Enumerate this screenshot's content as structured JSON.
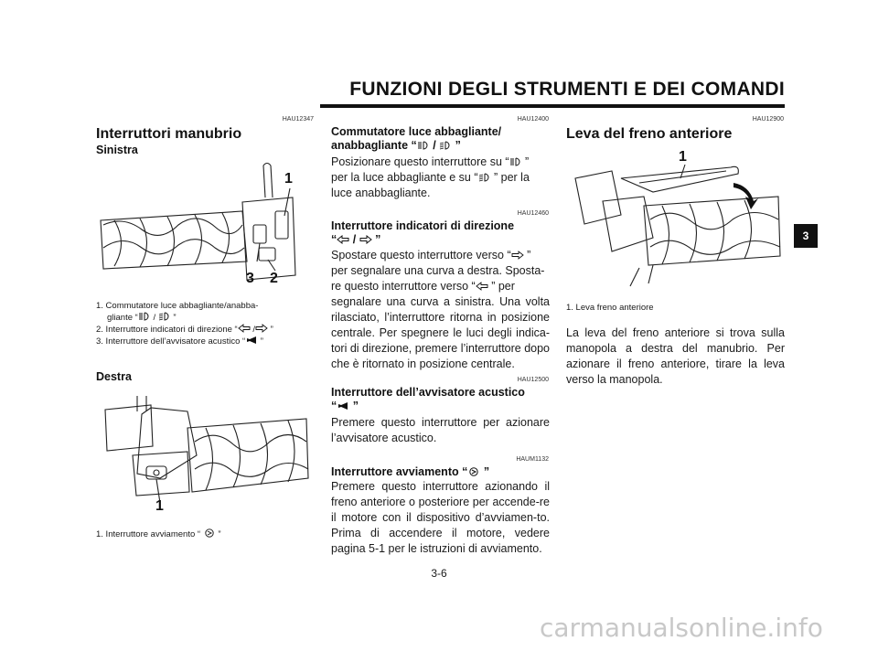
{
  "header": {
    "title": "FUNZIONI DEGLI STRUMENTI E DEI COMANDI"
  },
  "chapter_tab": "3",
  "page_number": "3-6",
  "watermark": "carmanualsonline.info",
  "col1": {
    "code": "HAU12347",
    "title": "Interruttori manubrio",
    "subtitle_left": "Sinistra",
    "fig1_labels": {
      "a": "1",
      "b": "3",
      "c": "2"
    },
    "fig1_caption": {
      "line1a": "1. Commutatore luce abbagliante/anabba-",
      "line1b_pre": "gliante “",
      "line1b_mid": " / ",
      "line1b_post": " ”",
      "line2_pre": "2. Interruttore indicatori di direzione “",
      "line2_mid": " /",
      "line2_post": " ”",
      "line3_pre": "3. Interruttore dell’avvisatore acustico “",
      "line3_post": " ”"
    },
    "subtitle_right": "Destra",
    "fig2_label": "1",
    "fig2_caption_pre": "1. Interruttore avviamento “ ",
    "fig2_caption_post": " ”"
  },
  "col2": {
    "s1_code": "HAU12400",
    "s1_title_l1": "Commutatore luce abbagliante/",
    "s1_title_l2_pre": "anabbagliante “",
    "s1_title_l2_mid": " / ",
    "s1_title_l2_post": " ”",
    "s1_body_l1_pre": "Posizionare questo interruttore su “",
    "s1_body_l1_post": " ”",
    "s1_body_l2_pre": "per la luce abbagliante e su “",
    "s1_body_l2_post": " ” per la",
    "s1_body_l3": "luce anabbagliante.",
    "s2_code": "HAU12460",
    "s2_title_l1": "Interruttore indicatori di direzione",
    "s2_title_l2_pre": "“",
    "s2_title_l2_mid": " / ",
    "s2_title_l2_post": " ”",
    "s2_body_l1_pre": "Spostare questo interruttore verso “",
    "s2_body_l1_post": " ”",
    "s2_body_l2": "per segnalare una curva a destra. Sposta-",
    "s2_body_l3_pre": "re questo interruttore verso “",
    "s2_body_l3_post": " ” per",
    "s2_body_rest": "segnalare una curva a sinistra. Una volta rilasciato, l’interruttore ritorna in posizione centrale. Per spegnere le luci degli indica-tori di direzione, premere l’interruttore dopo che è ritornato in posizione centrale.",
    "s3_code": "HAU12500",
    "s3_title_l1": "Interruttore dell’avvisatore acustico",
    "s3_title_l2_pre": "“",
    "s3_title_l2_post": " ”",
    "s3_body": "Premere questo interruttore per azionare l’avvisatore acustico.",
    "s4_code": "HAUM1132",
    "s4_title_pre": "Interruttore avviamento “",
    "s4_title_post": " ”",
    "s4_body": "Premere questo interruttore azionando il freno anteriore o posteriore per accende-re il motore con il dispositivo d’avviamen-to. Prima di accendere il motore, vedere pagina 5-1 per le istruzioni di avviamento."
  },
  "col3": {
    "code": "HAU12900",
    "title": "Leva del freno anteriore",
    "fig_label": "1",
    "fig_caption": "1. Leva freno anteriore",
    "body": "La leva del freno anteriore si trova sulla manopola a destra del manubrio. Per azionare il freno anteriore, tirare la leva verso la manopola."
  }
}
